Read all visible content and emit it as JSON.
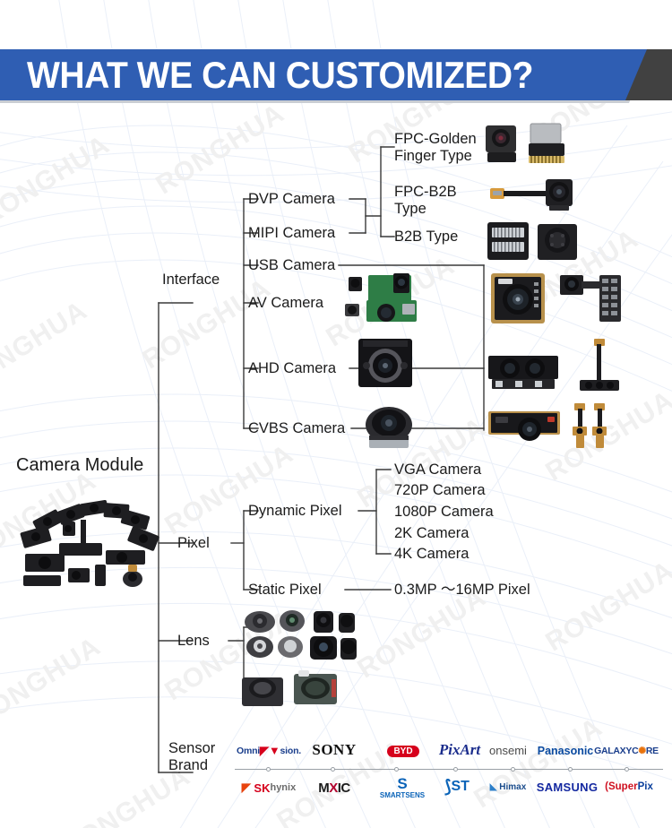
{
  "header": {
    "title": "WHAT WE CAN CUSTOMIZED?",
    "banner_color": "#2f5eb3",
    "accent_color": "#414141",
    "title_color": "#ffffff"
  },
  "watermark": {
    "text": "RONGHUA",
    "color": "#f0f0f0"
  },
  "diagram": {
    "root": {
      "label": "Camera Module"
    },
    "branches": [
      {
        "label": "Interface",
        "children": [
          {
            "label": "DVP Camera"
          },
          {
            "label": "MIPI Camera"
          },
          {
            "label": "USB Camera"
          },
          {
            "label": "AV Camera"
          },
          {
            "label": "AHD Camera"
          },
          {
            "label": "CVBS Camera"
          }
        ],
        "grandchildren": [
          {
            "label": "FPC-Golden Finger Type"
          },
          {
            "label": "FPC-B2B Type"
          },
          {
            "label": "B2B Type"
          }
        ]
      },
      {
        "label": "Pixel",
        "children": [
          {
            "label": "Dynamic Pixel"
          },
          {
            "label": "Static Pixel"
          }
        ],
        "dynamic_items": [
          {
            "label": "VGA Camera"
          },
          {
            "label": "720P Camera"
          },
          {
            "label": "1080P Camera"
          },
          {
            "label": "2K Camera"
          },
          {
            "label": "4K Camera"
          }
        ],
        "static_items": [
          {
            "label": "0.3MP ～16MP Pixel"
          }
        ]
      },
      {
        "label": "Lens",
        "children": []
      },
      {
        "label": "Sensor Brand",
        "line1": "Sensor",
        "line2": "Brand",
        "children": []
      }
    ]
  },
  "sensor_brands": {
    "row1": [
      {
        "name": "omnivision-logo",
        "text": "Omni",
        "text2": "sion."
      },
      {
        "name": "sony-logo",
        "text": "SONY"
      },
      {
        "name": "byd-logo",
        "text": "BYD"
      },
      {
        "name": "pixart-logo",
        "text": "PixArt"
      },
      {
        "name": "onsemi-logo",
        "text": "onsemi"
      },
      {
        "name": "panasonic-logo",
        "text": "Panasonic"
      },
      {
        "name": "galaxycore-logo",
        "text": "GALAXYC",
        "text2": "RE"
      }
    ],
    "row2": [
      {
        "name": "skhynix-logo",
        "text": "SK",
        "text2": "hynix"
      },
      {
        "name": "mxic-logo",
        "text": "M",
        "text2": "X",
        "text3": "IC"
      },
      {
        "name": "smartsens-logo",
        "text": "SMARTSENS"
      },
      {
        "name": "st-logo",
        "text": "ST"
      },
      {
        "name": "himax-logo",
        "text": "Himax"
      },
      {
        "name": "samsung-logo",
        "text": "SAMSUNG"
      },
      {
        "name": "superpix-logo",
        "text": "Super",
        "text2": "Pix"
      }
    ]
  }
}
